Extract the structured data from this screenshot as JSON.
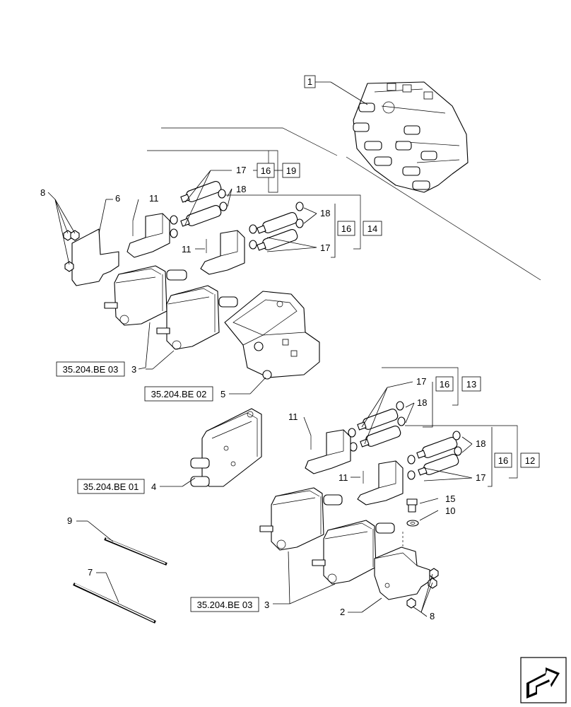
{
  "callouts": {
    "c1": "1",
    "c2": "2",
    "c3a": "3",
    "c3b": "3",
    "c4": "4",
    "c5": "5",
    "c6": "6",
    "c7": "7",
    "c8a": "8",
    "c8b": "8",
    "c9": "9",
    "c10": "10",
    "c11a": "11",
    "c11b": "11",
    "c11c": "11",
    "c11d": "11",
    "c12": "12",
    "c13": "13",
    "c14": "14",
    "c15": "15",
    "c16a": "16",
    "c16b": "16",
    "c16c": "16",
    "c16d": "16",
    "c17a": "17",
    "c17b": "17",
    "c17c": "17",
    "c17d": "17",
    "c18a": "18",
    "c18b": "18",
    "c18c": "18",
    "c18d": "18",
    "c19": "19"
  },
  "references": {
    "r1": "35.204.BE 03",
    "r2": "35.204.BE 02",
    "r3": "35.204.BE 01",
    "r4": "35.204.BE 03"
  },
  "icons": {
    "nav": "arrow-navigation-icon"
  }
}
